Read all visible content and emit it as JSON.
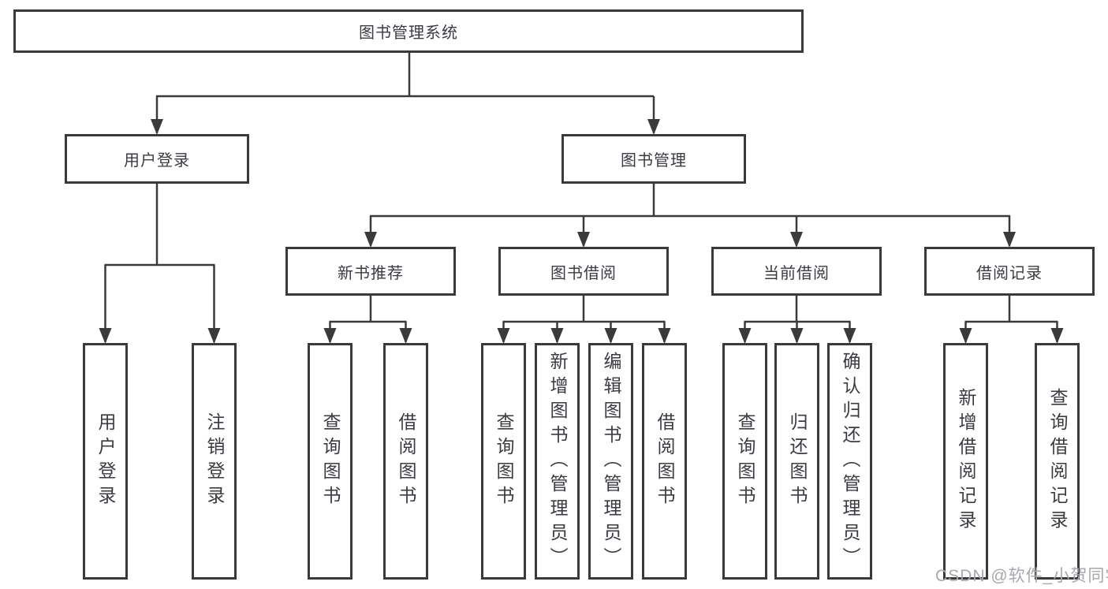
{
  "diagram_title": "图书管理系统",
  "watermark": {
    "text": "CSDN @软件_小贺同学"
  },
  "colors": {
    "line": "#3a3a3d",
    "box_border": "#3a3a3d",
    "text": "#3b3b41",
    "watermark": "#a7a7ad",
    "background": "#ffffff"
  },
  "tree": {
    "label": "图书管理系统",
    "children": [
      {
        "label": "用户登录",
        "children": [
          {
            "label": "用户登录"
          },
          {
            "label": "注销登录"
          }
        ]
      },
      {
        "label": "图书管理",
        "children": [
          {
            "label": "新书推荐",
            "children": [
              {
                "label": "查询图书"
              },
              {
                "label": "借阅图书"
              }
            ]
          },
          {
            "label": "图书借阅",
            "children": [
              {
                "label": "查询图书"
              },
              {
                "label": "新增图书（管理员）"
              },
              {
                "label": "编辑图书（管理员）"
              },
              {
                "label": "借阅图书"
              }
            ]
          },
          {
            "label": "当前借阅",
            "children": [
              {
                "label": "查询图书"
              },
              {
                "label": "归还图书"
              },
              {
                "label": "确认归还（管理员）"
              }
            ]
          },
          {
            "label": "借阅记录",
            "children": [
              {
                "label": "新增借阅记录"
              },
              {
                "label": "查询借阅记录"
              }
            ]
          }
        ]
      }
    ]
  }
}
